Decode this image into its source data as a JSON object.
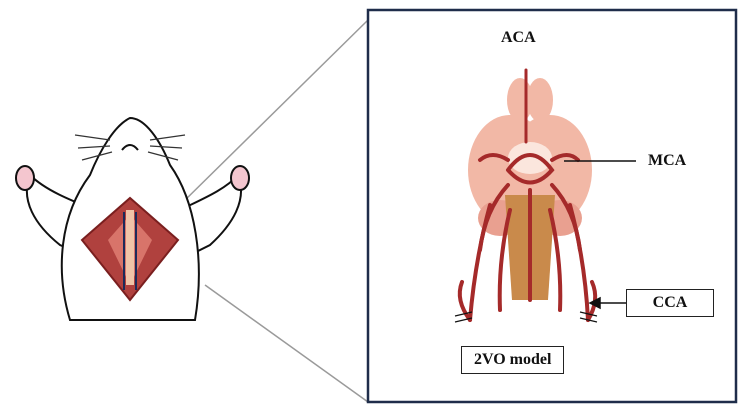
{
  "labels": {
    "aca": "ACA",
    "mca": "MCA",
    "cca": "CCA",
    "model": "2VO model"
  },
  "colors": {
    "artery": "#a52a2a",
    "brain": "#f2b8a6",
    "brainstem": "#c98a4b",
    "panel_border": "#1f2d4a",
    "zoom_lines": "#9a9a9a",
    "surgery_site": "#b0413e",
    "paw_pink": "#f4c6cf"
  }
}
